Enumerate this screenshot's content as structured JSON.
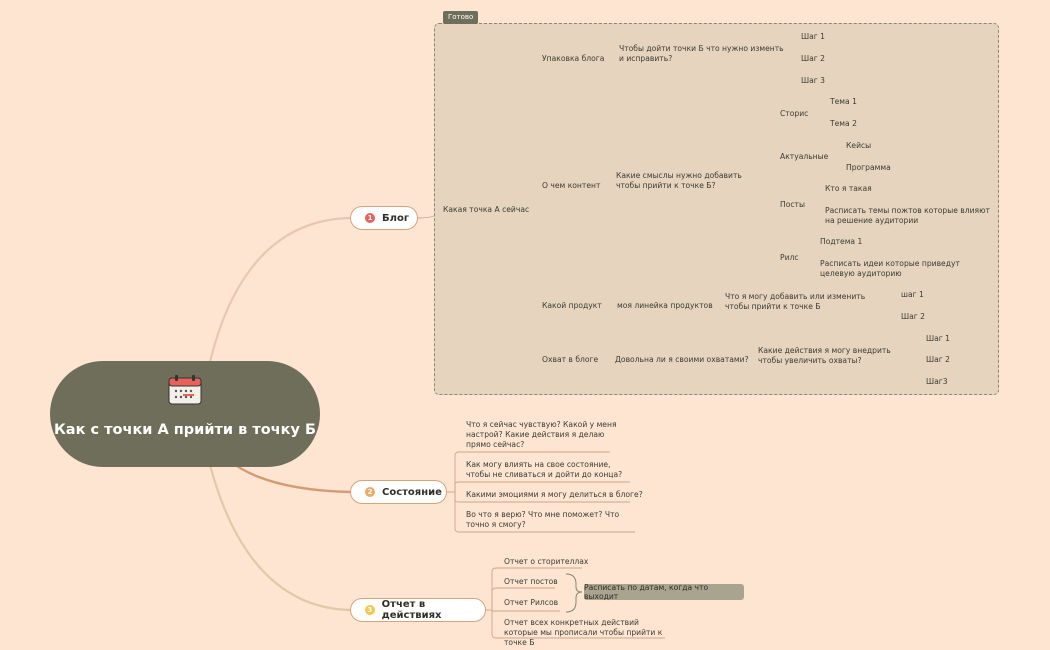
{
  "root": {
    "title": "Как с точки А прийти в точку Б",
    "icon": "calendar-icon"
  },
  "colors": {
    "background": "#fde5d2",
    "root": "#6e6e5a",
    "boundary_fill": "#e6d4bf",
    "branch_line": "#d9b79f",
    "badge_red": "#e8615a",
    "badge_orange": "#f0a86a",
    "badge_yellow": "#f3c74c"
  },
  "branches": {
    "blog": {
      "number": "1",
      "label": "Блог",
      "boundary_label": "Готово",
      "start": "Какая точка А сейчас",
      "packaging": {
        "label": "Упаковка блога",
        "question": "Чтобы дойти  точки Б что нужно изменть и исправить?",
        "steps": [
          "Шаг 1",
          "Шаг 2",
          "Шаг 3"
        ]
      },
      "content": {
        "label": "О чем контент",
        "question": "Какие смыслы нужно добавить чтобы прийти к точке Б?",
        "stories": {
          "label": "Сторис",
          "items": [
            "Тема 1",
            "Тема 2"
          ]
        },
        "actual": {
          "label": "Актуальные",
          "items": [
            "Кейсы",
            "Программа"
          ]
        },
        "posts": {
          "label": "Посты",
          "items": [
            "Кто я такая",
            "Расписать темы пожтов которые влияют на решение аудитории"
          ]
        },
        "reels": {
          "label": "Рилс",
          "items": [
            "Подтема 1",
            "Расписать идеи которые приведут целевую аудиторию"
          ]
        }
      },
      "product": {
        "label": "Какой продукт",
        "sub": "моя линейка продуктов",
        "question": "Что я могу добавить или изменить чтобы прийти к точке Б",
        "steps": [
          "шаг 1",
          "Шаг 2"
        ]
      },
      "reach": {
        "label": "Охват в блоге",
        "sub": "Довольна ли я своими охватами?",
        "question": "Какие действия я могу внедрить чтобы увеличить охваты?",
        "steps": [
          "Шаг 1",
          "Шаг 2",
          "Шаг3"
        ]
      }
    },
    "state": {
      "number": "2",
      "label": "Состояние",
      "items": [
        "Что я сейчас чувствую? Какой у меня настрой? Какие действия я делаю прямо сейчас?",
        "Как могу влиять на свое состояние, чтобы не сливаться и дойти до конца?",
        "Какими эмоциями я могу делиться в блоге?",
        "Во что я верю? Что мне поможет? Что точно я смогу?"
      ]
    },
    "report": {
      "number": "3",
      "label": "Отчет в действиях",
      "items": [
        "Отчет о сторителлах",
        "Отчет постов",
        "Отчет Рилсов",
        "Отчет всех конкретных действий которые мы прописали чтобы прийти к точке Б"
      ],
      "summary": "Расписать по датам, когда что выходит"
    }
  }
}
